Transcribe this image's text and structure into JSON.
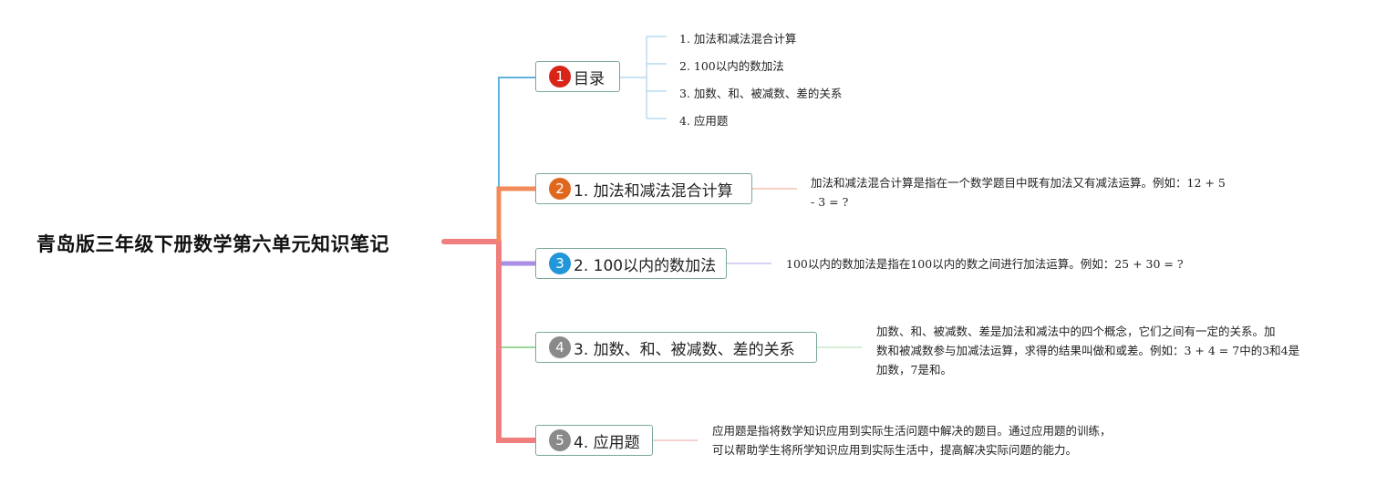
{
  "root": {
    "title": "青岛版三年级下册数学第六单元知识笔记"
  },
  "colors": {
    "root_branch": "#f07e7e",
    "branch_1": "#5fb1de",
    "branch_2": "#f28a59",
    "branch_3": "#a98ee6",
    "branch_4": "#9bd69b",
    "branch_5": "#f07e7e",
    "badge_1": "#d92518",
    "badge_2": "#e0681e",
    "badge_3": "#2196d8",
    "badge_4": "#8a8a8a",
    "badge_5": "#8a8a8a"
  },
  "topics": [
    {
      "number": "1",
      "label": "目录",
      "subtopics": [
        "1. 加法和减法混合计算",
        "2. 100以内的数加法",
        "3. 加数、和、被减数、差的关系",
        "4. 应用题"
      ]
    },
    {
      "number": "2",
      "label": "1. 加法和减法混合计算",
      "note_lines": [
        "加法和减法混合计算是指在一个数学题目中既有加法又有减法运算。例如：12 + 5",
        "- 3 = ?"
      ]
    },
    {
      "number": "3",
      "label": "2. 100以内的数加法",
      "note_lines": [
        "100以内的数加法是指在100以内的数之间进行加法运算。例如：25 + 30 = ?"
      ]
    },
    {
      "number": "4",
      "label": "3. 加数、和、被减数、差的关系",
      "note_lines": [
        "加数、和、被减数、差是加法和减法中的四个概念，它们之间有一定的关系。加",
        "数和被减数参与加减法运算，求得的结果叫做和或差。例如：3 + 4 = 7中的3和4是",
        "加数，7是和。"
      ]
    },
    {
      "number": "5",
      "label": "4. 应用题",
      "note_lines": [
        "应用题是指将数学知识应用到实际生活问题中解决的题目。通过应用题的训练，",
        "可以帮助学生将所学知识应用到实际生活中，提高解决实际问题的能力。"
      ]
    }
  ]
}
